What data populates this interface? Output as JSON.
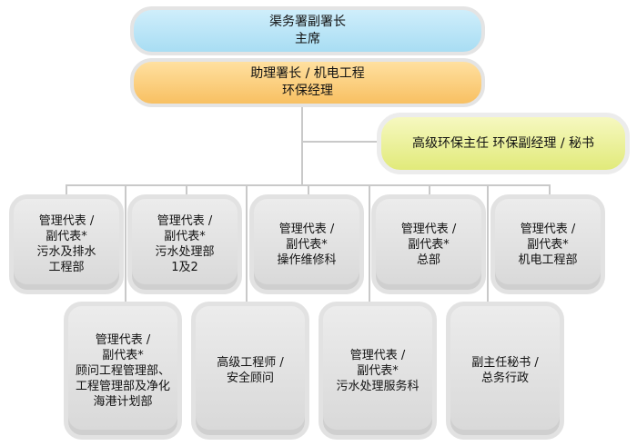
{
  "director": {
    "line1": "渠务署副署长",
    "line2": "主席"
  },
  "assistant": {
    "line1": "助理署长 / 机电工程",
    "line2": "环保经理"
  },
  "senior": {
    "label": "高级环保主任 环保副经理 / 秘书"
  },
  "top_row": [
    {
      "lines": [
        "管理代表 /",
        "副代表*",
        "污水及排水",
        "工程部"
      ]
    },
    {
      "lines": [
        "管理代表 /",
        "副代表*",
        "污水处理部",
        "1及2"
      ]
    },
    {
      "lines": [
        "管理代表 /",
        "副代表*",
        "操作维修科"
      ]
    },
    {
      "lines": [
        "管理代表 /",
        "副代表*",
        "总部"
      ]
    },
    {
      "lines": [
        "管理代表 /",
        "副代表*",
        "机电工程部"
      ]
    }
  ],
  "bottom_row": [
    {
      "lines": [
        "管理代表 /",
        "副代表*",
        "顾问工程管理部、",
        "工程管理部及净化",
        "海港计划部"
      ]
    },
    {
      "lines": [
        "高级工程师 /",
        "安全顾问"
      ]
    },
    {
      "lines": [
        "管理代表 /",
        "副代表*",
        "污水处理服务科"
      ]
    },
    {
      "lines": [
        "副主任秘书 /",
        "总务行政"
      ]
    }
  ]
}
